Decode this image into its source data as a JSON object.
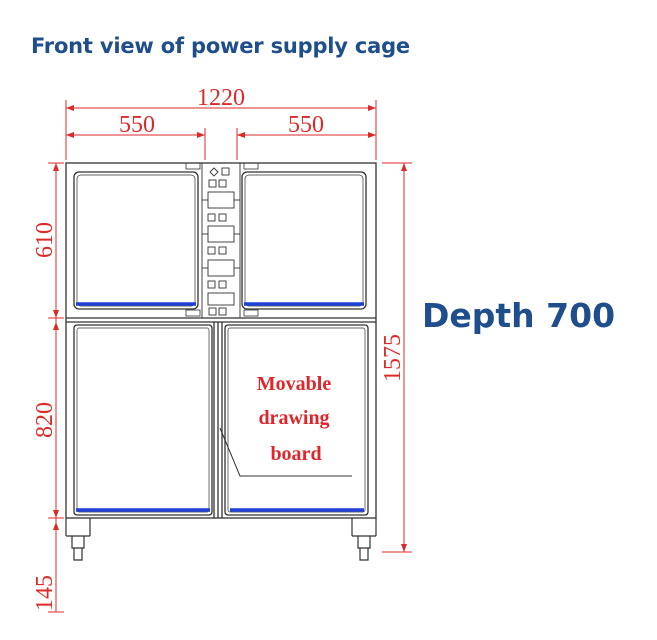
{
  "title": "Front view of power supply cage",
  "depth_label": "Depth 700",
  "dimensions": {
    "overall_width": "1220",
    "left_width": "550",
    "right_width": "550",
    "upper_height": "610",
    "lower_height": "820",
    "foot_height": "145",
    "total_height": "1575"
  },
  "callout": {
    "lines": [
      "Movable",
      "drawing",
      "board"
    ]
  },
  "colors": {
    "title": "#1f4e8c",
    "dimension": "#dc2a2a",
    "callout": "#e1252a",
    "frame": "#333333",
    "drawer_accent": "#1f3fd6"
  }
}
